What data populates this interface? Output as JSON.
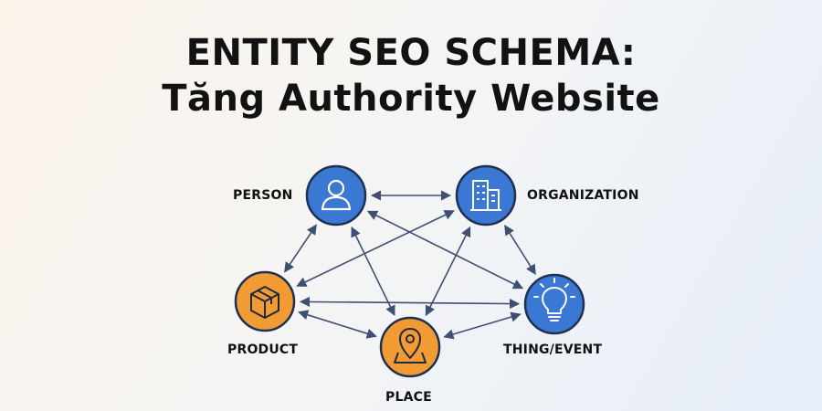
{
  "header": {
    "title_line1": "ENTITY SEO SCHEMA:",
    "title_line2": "Tăng Authority Website"
  },
  "colors": {
    "blue": "#3b78d4",
    "orange": "#f29a34",
    "node_stroke": "#1f3150",
    "arrow": "#3d4f72"
  },
  "nodes": [
    {
      "id": "person",
      "label": "PERSON",
      "icon": "person-icon",
      "color": "blue"
    },
    {
      "id": "organization",
      "label": "ORGANIZATION",
      "icon": "building-icon",
      "color": "blue"
    },
    {
      "id": "product",
      "label": "PRODUCT",
      "icon": "box-icon",
      "color": "orange"
    },
    {
      "id": "place",
      "label": "PLACE",
      "icon": "map-pin-icon",
      "color": "orange"
    },
    {
      "id": "thing_event",
      "label": "THING/EVENT",
      "icon": "lightbulb-icon",
      "color": "blue"
    }
  ],
  "connections": [
    [
      "person",
      "organization"
    ],
    [
      "person",
      "product"
    ],
    [
      "person",
      "place"
    ],
    [
      "person",
      "thing_event"
    ],
    [
      "organization",
      "product"
    ],
    [
      "organization",
      "place"
    ],
    [
      "organization",
      "thing_event"
    ],
    [
      "product",
      "place"
    ],
    [
      "place",
      "thing_event"
    ],
    [
      "product",
      "thing_event"
    ]
  ]
}
